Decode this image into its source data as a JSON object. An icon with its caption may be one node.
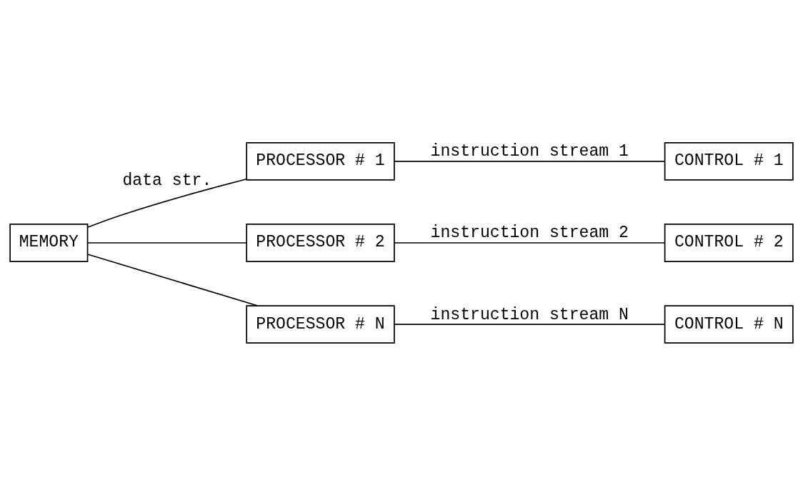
{
  "diagram": {
    "nodes": [
      {
        "text": [
          "MEMORY"
        ]
      },
      {
        "text": [
          "PROCESSOR # 1"
        ]
      },
      {
        "text": [
          "CONTROL # 1"
        ]
      },
      {
        "text": [
          "PROCESSOR # 2"
        ]
      },
      {
        "text": [
          "CONTROL # 2"
        ]
      },
      {
        "text": [
          "PROCESSOR # N"
        ]
      },
      {
        "text": [
          "CONTROL # N"
        ]
      }
    ],
    "edges": [
      {
        "from": 0,
        "to": 1,
        "arrow": "none",
        "label": "data str."
      },
      {
        "from": 0,
        "to": 3,
        "arrow": "none"
      },
      {
        "from": 0,
        "to": 5,
        "arrow": "none"
      },
      {
        "from": 1,
        "to": 2,
        "arrow": "none",
        "label": "instruction stream 1"
      },
      {
        "from": 3,
        "to": 4,
        "arrow": "none",
        "label": "instruction stream 2"
      },
      {
        "from": 5,
        "to": 6,
        "arrow": "none",
        "label": "instruction stream N"
      }
    ]
  }
}
